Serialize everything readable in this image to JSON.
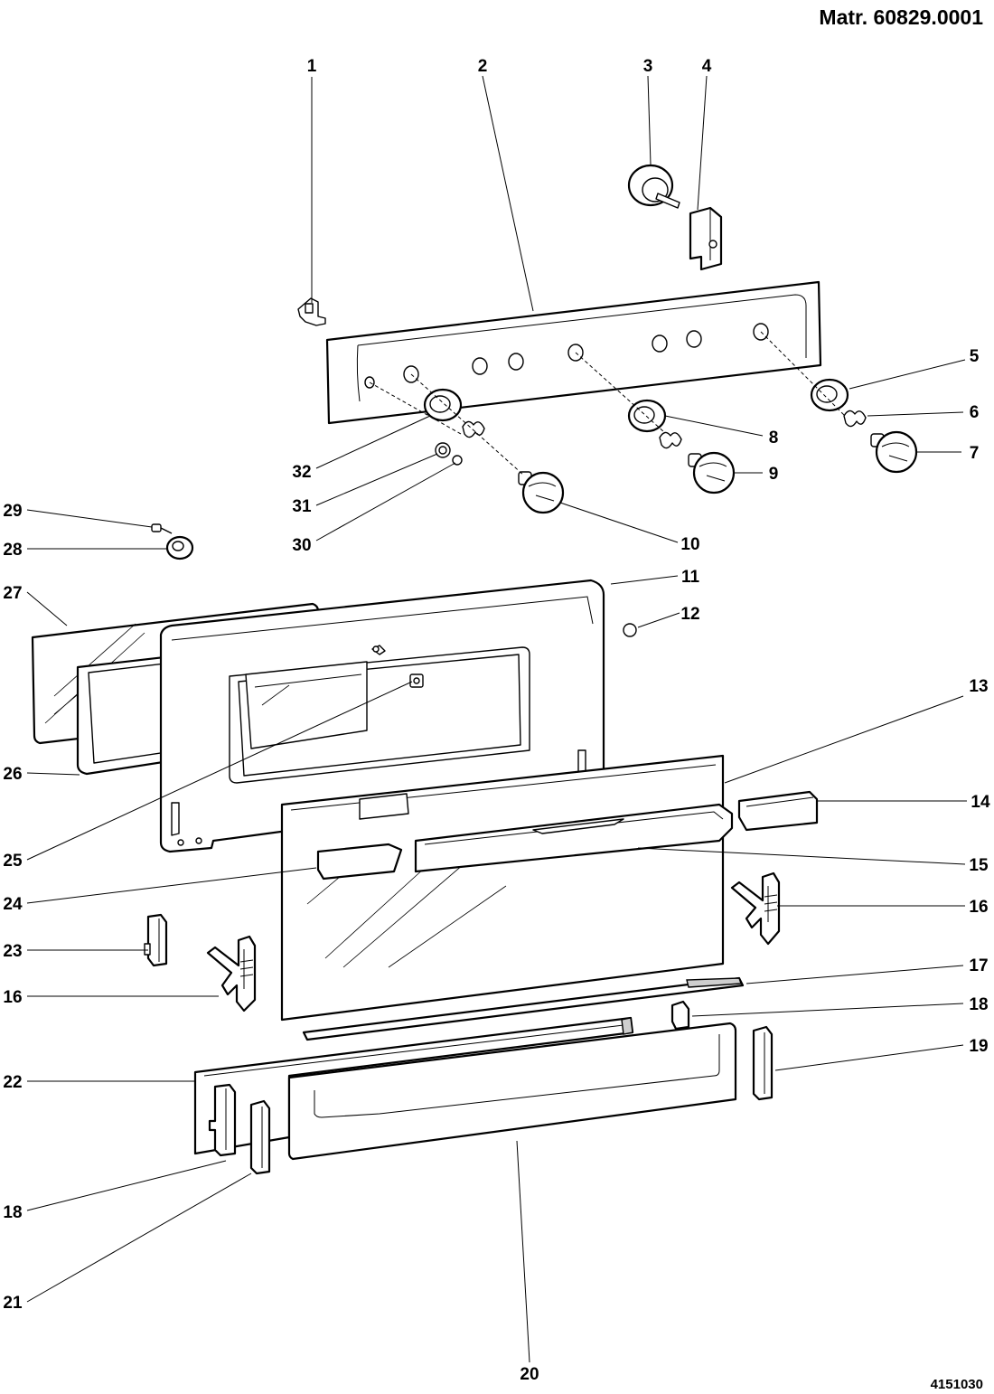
{
  "header": {
    "material_number": "Matr. 60829.0001",
    "document_number": "4151030"
  },
  "callouts": [
    "1",
    "2",
    "3",
    "4",
    "5",
    "6",
    "7",
    "8",
    "9",
    "10",
    "11",
    "12",
    "13",
    "14",
    "15",
    "16",
    "16",
    "17",
    "18",
    "18",
    "19",
    "20",
    "21",
    "22",
    "23",
    "24",
    "25",
    "26",
    "27",
    "28",
    "29",
    "30",
    "31",
    "32"
  ],
  "colors": {
    "line": "#000000",
    "background": "#ffffff",
    "shade": "#cfcfcf"
  }
}
